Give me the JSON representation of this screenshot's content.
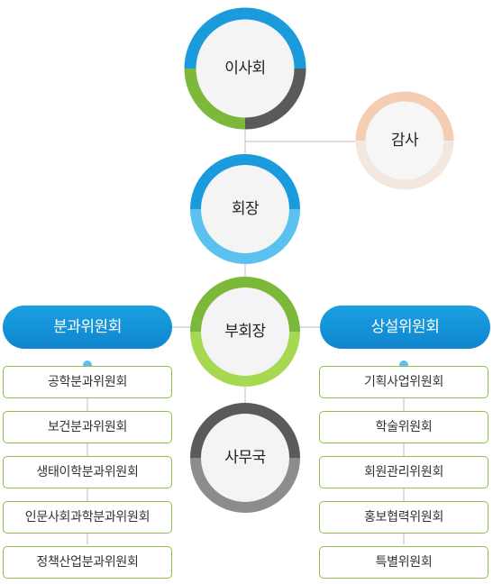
{
  "nodes": {
    "board": "이사회",
    "auditor": "감사",
    "chairman": "회장",
    "vice_chairman": "부회장",
    "secretariat": "사무국"
  },
  "left_group": {
    "title": "분과위원회",
    "items": [
      "공학분과위원회",
      "보건분과위원회",
      "생태이학분과위원회",
      "인문사회과학분과위원회",
      "정책산업분과위원회"
    ]
  },
  "right_group": {
    "title": "상설위원회",
    "items": [
      "기획사업위원회",
      "학술위원회",
      "회원관리위원회",
      "홍보협력위원회",
      "특별위원회"
    ]
  },
  "colors": {
    "blue": "#1a9bdc",
    "light_blue": "#5cc1ee",
    "green": "#7cb83a",
    "light_green": "#a6d852",
    "dark_gray": "#5a5a5a",
    "gray": "#8c8c8c",
    "peach": "#f4cdb3",
    "light_peach": "#f3e7df",
    "pill": "#1296d8",
    "box_border": "#8fc04a"
  }
}
